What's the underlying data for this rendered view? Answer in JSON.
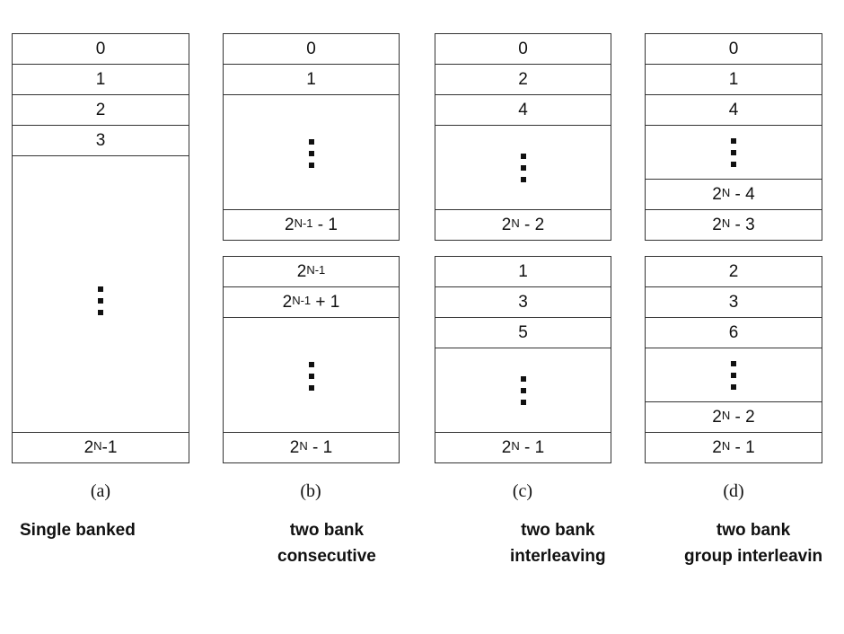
{
  "diagrams": {
    "a": {
      "letter": "(a)",
      "caption_line1": "Single banked",
      "caption_line2": "",
      "cells": [
        "0",
        "1",
        "2",
        "3"
      ],
      "last": {
        "base": "2",
        "exp": "N",
        "rest": "-1"
      }
    },
    "b": {
      "letter": "(b)",
      "caption_line1": "two bank",
      "caption_line2": "consecutive",
      "bank1": {
        "cells": [
          "0",
          "1"
        ],
        "last": {
          "base": "2",
          "exp": "N-1",
          "rest": " - 1"
        }
      },
      "bank2": {
        "first": {
          "base": "2",
          "exp": "N-1",
          "rest": ""
        },
        "second": {
          "base": "2",
          "exp": "N-1",
          "rest": " + 1"
        },
        "last": {
          "base": "2",
          "exp": "N",
          "rest": " - 1"
        }
      }
    },
    "c": {
      "letter": "(c)",
      "caption_line1": "two bank",
      "caption_line2": "interleaving",
      "bank1": {
        "cells": [
          "0",
          "2",
          "4"
        ],
        "last": {
          "base": "2",
          "exp": "N",
          "rest": " - 2"
        }
      },
      "bank2": {
        "cells": [
          "1",
          "3",
          "5"
        ],
        "last": {
          "base": "2",
          "exp": "N",
          "rest": " - 1"
        }
      }
    },
    "d": {
      "letter": "(d)",
      "caption_line1": "two bank",
      "caption_line2": "group interleavin",
      "bank1": {
        "cells": [
          "0",
          "1",
          "4"
        ],
        "penultimate": {
          "base": "2",
          "exp": "N",
          "rest": " - 4"
        },
        "last": {
          "base": "2",
          "exp": "N",
          "rest": " - 3"
        }
      },
      "bank2": {
        "cells": [
          "2",
          "3",
          "6"
        ],
        "penultimate": {
          "base": "2",
          "exp": "N",
          "rest": " - 2"
        },
        "last": {
          "base": "2",
          "exp": "N",
          "rest": " - 1"
        }
      }
    }
  }
}
